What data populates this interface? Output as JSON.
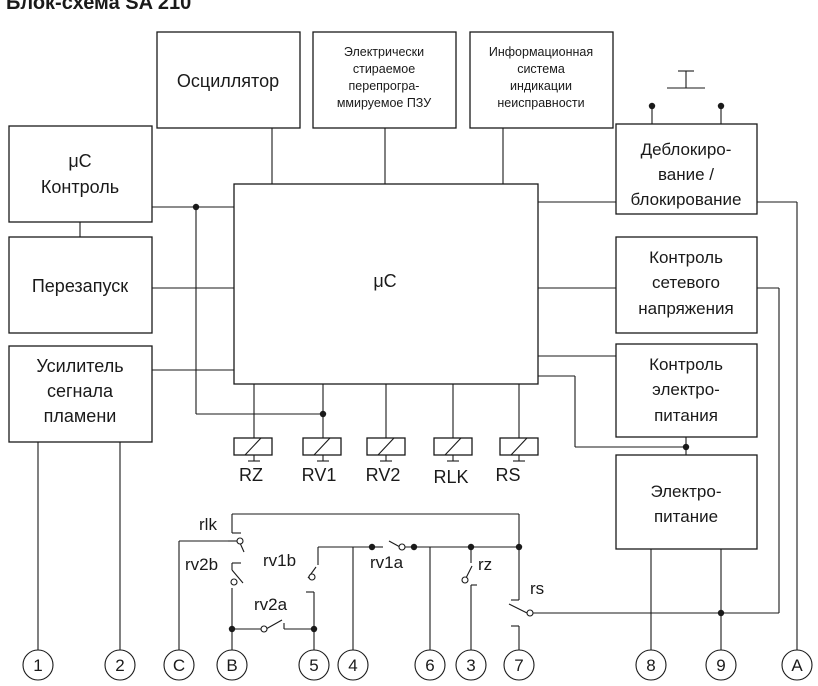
{
  "title": "Блок-схема SA 210",
  "blocks": {
    "oscillator": [
      "Осциллятор"
    ],
    "eeprom": [
      "Электрически",
      "стираемое",
      "перепрогра-",
      "ммируемое ПЗУ"
    ],
    "fault_info": [
      "Информационная",
      "система",
      "индикации",
      "неисправности"
    ],
    "uc_control": [
      "μC",
      "Контроль"
    ],
    "restart": [
      "Перезапуск"
    ],
    "flame_amp": [
      "Усилитель",
      "сегнала",
      "пламени"
    ],
    "uc": [
      "μC"
    ],
    "unlock": [
      "Деблокиро-",
      "вание /",
      "блокирование"
    ],
    "mains_control": [
      "Контроль",
      "сетевого",
      "напряжения"
    ],
    "power_control": [
      "Контроль",
      "электро-",
      "питания"
    ],
    "power_supply": [
      "Электро-",
      "питание"
    ]
  },
  "relays": [
    "RZ",
    "RV1",
    "RV2",
    "RLK",
    "RS"
  ],
  "contacts": {
    "rlk": "rlk",
    "rv2b": "rv2b",
    "rv1b": "rv1b",
    "rv2a": "rv2a",
    "rv1a": "rv1a",
    "rz": "rz",
    "rs": "rs"
  },
  "terminals": [
    "1",
    "2",
    "C",
    "B",
    "5",
    "4",
    "6",
    "3",
    "7",
    "8",
    "9",
    "A"
  ]
}
